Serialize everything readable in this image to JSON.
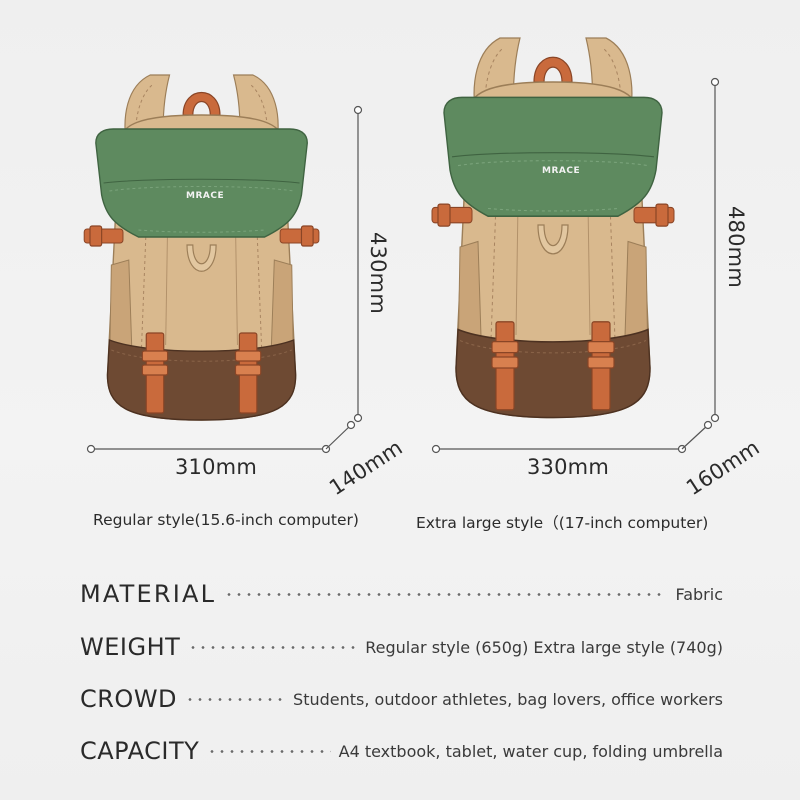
{
  "colors": {
    "khaki": "#d9b98e",
    "khaki_dark": "#c9a478",
    "green_flap": "#5e8a5f",
    "brown_base": "#6e4a33",
    "orange_strap": "#c96a3c",
    "background": "#f0f0f0"
  },
  "backpacks": [
    {
      "brand_label": "MRACE",
      "width": "310mm",
      "height": "430mm",
      "depth": "140mm",
      "caption": "Regular style(15.6-inch computer)"
    },
    {
      "brand_label": "MRACE",
      "width": "330mm",
      "height": "480mm",
      "depth": "160mm",
      "caption": "Extra large style（(17-inch computer)"
    }
  ],
  "specs": [
    {
      "label": "MATERIAL",
      "value": "Fabric"
    },
    {
      "label": "WEIGHT",
      "value": "Regular style (650g) Extra large style (740g)"
    },
    {
      "label": "CROWD",
      "value": "Students, outdoor athletes, bag lovers, office workers"
    },
    {
      "label": "CAPACITY",
      "value": "A4 textbook, tablet, water cup, folding umbrella"
    }
  ]
}
